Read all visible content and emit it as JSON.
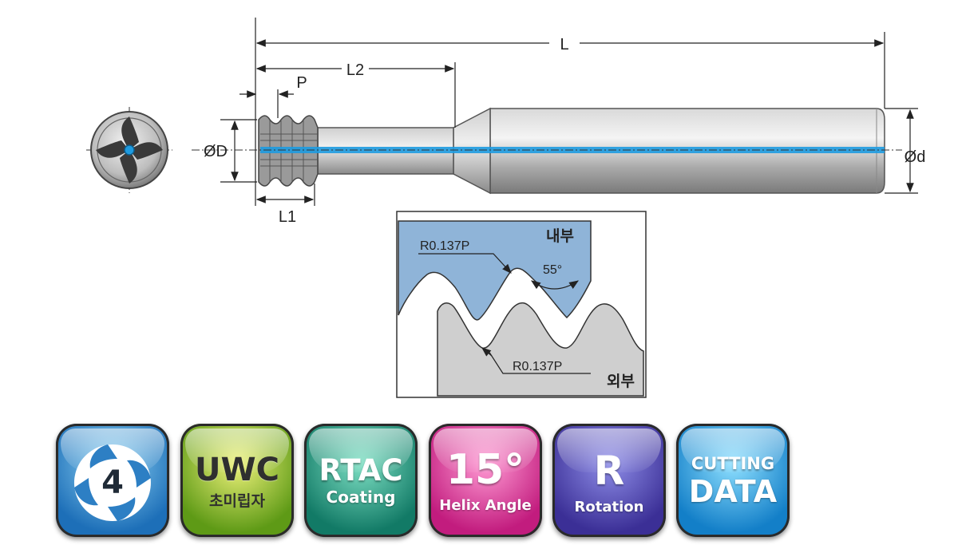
{
  "dimensions": {
    "overall_length": "L",
    "shank_offset_length": "L2",
    "pitch": "P",
    "cutting_diameter": "ØD",
    "shank_diameter": "Ød",
    "cutting_length": "L1"
  },
  "thread_detail": {
    "inner_label": "내부",
    "outer_label": "외부",
    "inner_radius": "R0.137P",
    "outer_radius": "R0.137P",
    "angle": "55°"
  },
  "badges": [
    {
      "main": "4",
      "sub": "",
      "colors": [
        "#8fd3f4",
        "#1d6fb8"
      ]
    },
    {
      "main": "UWC",
      "sub": "초미립자",
      "colors": [
        "#eef27a",
        "#5e9a16"
      ]
    },
    {
      "main": "RTAC",
      "sub": "Coating",
      "colors": [
        "#7ee0c4",
        "#127a66"
      ]
    },
    {
      "main": "15°",
      "sub": "Helix Angle",
      "colors": [
        "#ff9bd4",
        "#c21c7e"
      ]
    },
    {
      "main": "R",
      "sub": "Rotation",
      "colors": [
        "#8f8ee8",
        "#3b2f96"
      ]
    },
    {
      "main": "CUTTING",
      "sub": "DATA",
      "colors": [
        "#8fe0ff",
        "#137fc8"
      ]
    }
  ],
  "colors": {
    "coolant": "#1e9be0",
    "detail_fill": "#8fb4d8",
    "outer_fill": "#cfcfcf"
  }
}
